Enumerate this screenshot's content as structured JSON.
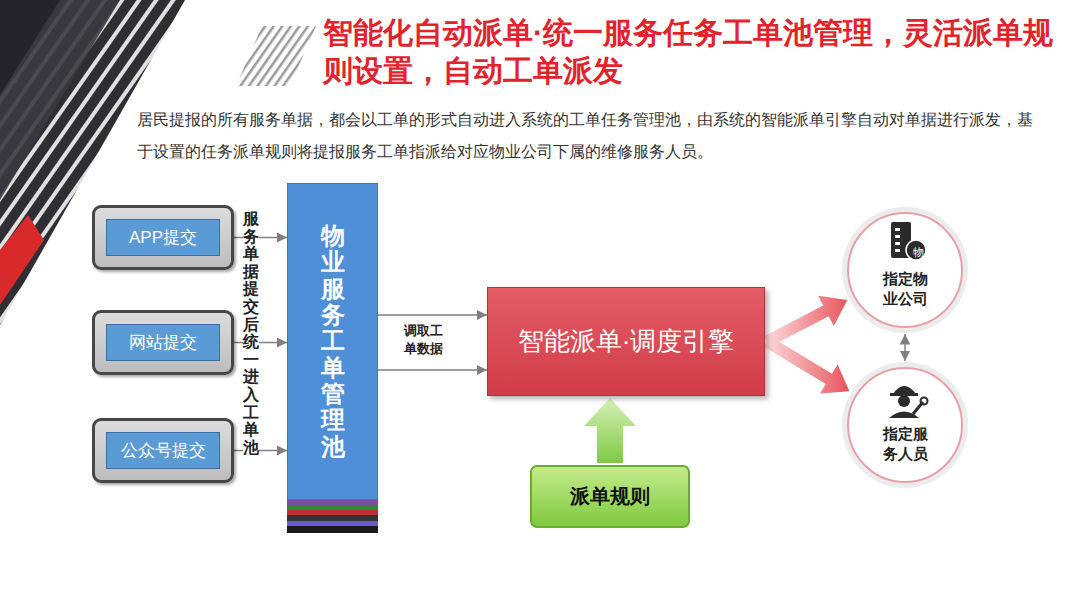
{
  "diagram": {
    "title": "智能化自动派单·统一服务任务工单池管理，灵活派单规则设置，自动工单派发",
    "nodes": [
      {
        "text": [
          "APP提交"
        ]
      },
      {
        "text": [
          "网站提交"
        ]
      },
      {
        "text": [
          "公众号提交"
        ]
      },
      {
        "text": [
          "物业服务工单管理池"
        ]
      },
      {
        "text": [
          "智能派单·调度引擎"
        ]
      },
      {
        "text": [
          "派单规则"
        ]
      },
      {
        "text": [
          "物",
          "指定物业公司"
        ]
      },
      {
        "text": [
          "指定服务人员"
        ]
      }
    ],
    "edges": [
      {
        "from": 0,
        "to": 3,
        "arrow": "to"
      },
      {
        "from": 1,
        "to": 3,
        "arrow": "to"
      },
      {
        "from": 2,
        "to": 3,
        "arrow": "to"
      },
      {
        "from": 3,
        "to": 4,
        "arrow": "to",
        "label": "调取工单数据"
      },
      {
        "from": 3,
        "to": 4,
        "arrow": "to"
      },
      {
        "from": 5,
        "to": 4,
        "arrow": "to"
      },
      {
        "from": 4,
        "to": 6,
        "arrow": "to"
      },
      {
        "from": 4,
        "to": 7,
        "arrow": "to"
      },
      {
        "from": 6,
        "to": 7,
        "arrow": "both"
      }
    ],
    "labels": [
      "居民提报的所有服务单据，都会以工单的形式自动进入系统的工单任务管理池，由系统的智能派单引擎自动对单据进行派发，基于设置的任务派单规则将提报服务工单指派给对应物业公司下属的维修服务人员。",
      "服务单据提交后统一进入工单池"
    ]
  }
}
